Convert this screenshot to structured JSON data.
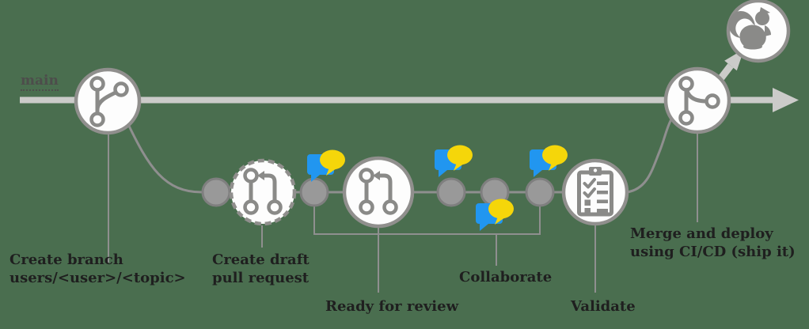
{
  "colors": {
    "bg_green": "#4a6e4f",
    "light_gray": "#cbcbc9",
    "mid_gray": "#8f8f8f",
    "node_fill": "#fdfdfd",
    "node_border": "#908f8d",
    "commit_fill": "#999999",
    "commit_border": "#7f7f7f",
    "icon_gray": "#8a8a88",
    "chat_blue": "#2196f0",
    "chat_yellow": "#f5d60a",
    "text_dark": "#1f1f1f",
    "main_label_gray": "#4d4d4b"
  },
  "main_branch": {
    "label": "main"
  },
  "nodes": {
    "create_branch": {
      "label_line1": "Create branch",
      "label_line2": "users/<user>/<topic>",
      "icon": "git-branch-icon"
    },
    "create_draft": {
      "label_line1": "Create draft",
      "label_line2": "pull request",
      "icon": "git-pull-request-icon"
    },
    "ready_for_review": {
      "label": "Ready for review",
      "icon": "git-pull-request-icon"
    },
    "collaborate": {
      "label": "Collaborate",
      "icon": "comments-icon"
    },
    "validate": {
      "label": "Validate",
      "icon": "tasklist-icon"
    },
    "merge_deploy": {
      "label_line1": "Merge and deploy",
      "label_line2": "using CI/CD (ship it)",
      "icon": "git-merge-icon"
    },
    "ship_it": {
      "icon": "squirrel-icon"
    }
  },
  "commit_count": 5,
  "comment_icon_count": 4
}
